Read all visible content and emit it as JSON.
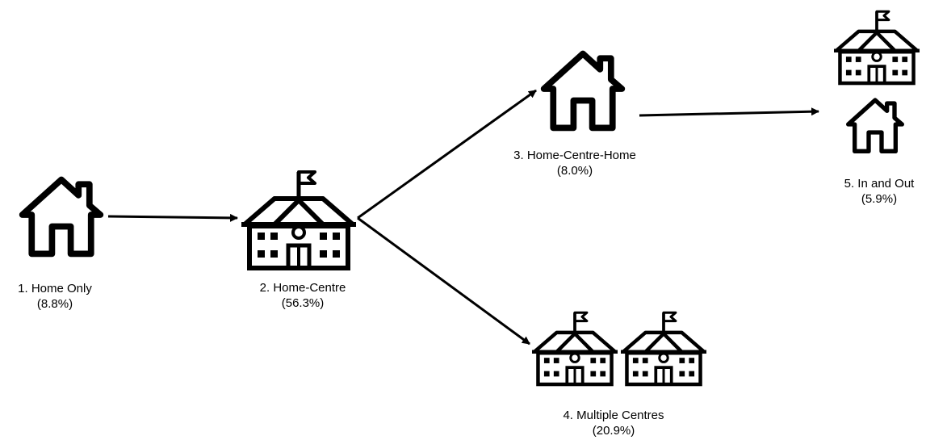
{
  "nodes": [
    {
      "id": "home-only",
      "name": "1.  Home Only",
      "share": "(8.8%)",
      "icon": "house-icon"
    },
    {
      "id": "home-centre",
      "name": "2. Home-Centre",
      "share": "(56.3%)",
      "icon": "school-icon"
    },
    {
      "id": "home-centre-home",
      "name": "3. Home-Centre-Home",
      "share": "(8.0%)",
      "icon": "house-icon"
    },
    {
      "id": "multiple-centres",
      "name": "4. Multiple Centres",
      "share": "(20.9%)",
      "icon": "school-icon"
    },
    {
      "id": "in-and-out",
      "name": "5. In and Out",
      "share": "(5.9%)",
      "icon": "school-and-house-icon"
    }
  ],
  "edges": [
    {
      "from": "home-only",
      "to": "home-centre"
    },
    {
      "from": "home-centre",
      "to": "home-centre-home"
    },
    {
      "from": "home-centre",
      "to": "multiple-centres"
    },
    {
      "from": "home-centre-home",
      "to": "in-and-out"
    }
  ],
  "colors": {
    "stroke": "#000000",
    "background": "#ffffff"
  }
}
